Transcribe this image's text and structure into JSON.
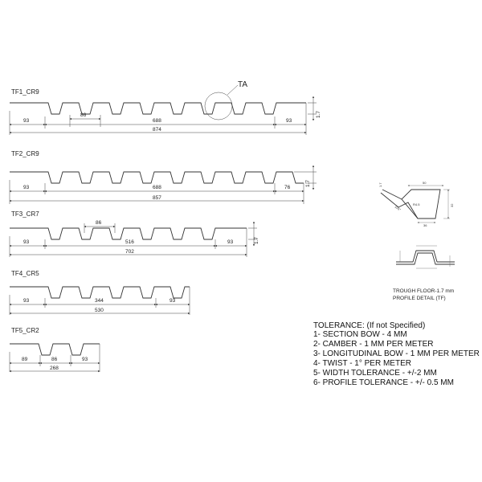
{
  "profiles": [
    {
      "name": "TF1_CR9",
      "width": "874",
      "left": "93",
      "pitch": "86",
      "mid": "688",
      "right": "93",
      "height": "1.7",
      "callout": "TA"
    },
    {
      "name": "TF2_CR9",
      "width": "857",
      "left": "93",
      "mid": "688",
      "right": "76",
      "height": "1.7"
    },
    {
      "name": "TF3_CR7",
      "width": "702",
      "left": "93",
      "pitch": "86",
      "mid": "516",
      "right": "93",
      "height": "1.7"
    },
    {
      "name": "TF4_CR5",
      "width": "530",
      "left": "93",
      "mid": "344",
      "right": "93"
    },
    {
      "name": "TF5_CR2",
      "width": "268",
      "left": "89",
      "pitch": "86",
      "right": "93"
    }
  ],
  "detail": {
    "top_width": "50",
    "depth": "32",
    "bottom_width": "36",
    "angle": "105°",
    "radius": "R4.5",
    "thickness": "1.7",
    "caption_line1": "TROUGH FLOOR-1.7 mm",
    "caption_line2": "PROFILE DETAIL (TF)"
  },
  "tolerance": {
    "title": "TOLERANCE: (If not Specified)",
    "items": [
      "1- SECTION BOW - 4 MM",
      "2- CAMBER - 1 MM PER METER",
      "3- LONGITUDINAL BOW - 1 MM PER METER",
      "4- TWIST - 1° PER METER",
      "5- WIDTH TOLERANCE - +/-2 MM",
      "6- PROFILE TOLERANCE - +/- 0.5 MM"
    ]
  }
}
